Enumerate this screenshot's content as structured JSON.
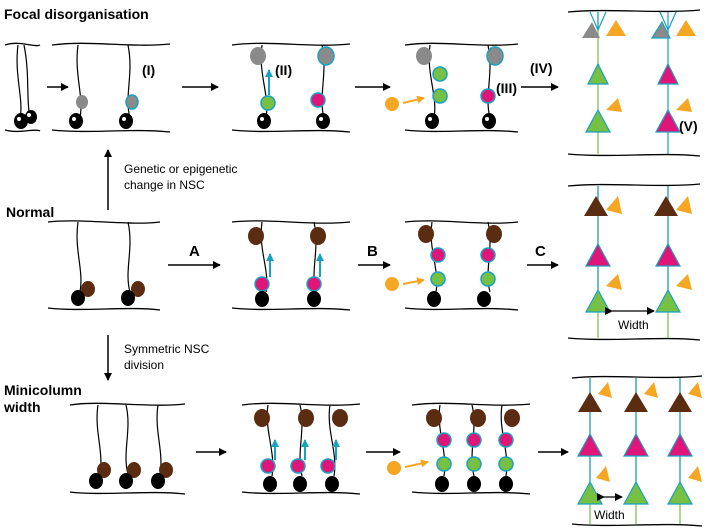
{
  "rows": {
    "focal": "Focal disorganisation",
    "normal": "Normal",
    "minicolumn_line1": "Minicolumn",
    "minicolumn_line2": "width"
  },
  "roman": {
    "i": "(I)",
    "ii": "(II)",
    "iii": "(III)",
    "iv": "(IV)",
    "v": "(V)"
  },
  "steps": {
    "a": "A",
    "b": "B",
    "c": "C"
  },
  "notes": {
    "up_line1": "Genetic or epigenetic",
    "up_line2": "change in NSC",
    "down_line1": "Symmetric NSC",
    "down_line2": "division"
  },
  "width_label": "Width",
  "colors": {
    "nsc": "#000000",
    "progenitor_brown": "#5a2d12",
    "migrating_magenta": "#e0157a",
    "green": "#76c043",
    "orange": "#f5a623",
    "cyan": "#1aa0c0",
    "gray": "#8a8a8a"
  }
}
